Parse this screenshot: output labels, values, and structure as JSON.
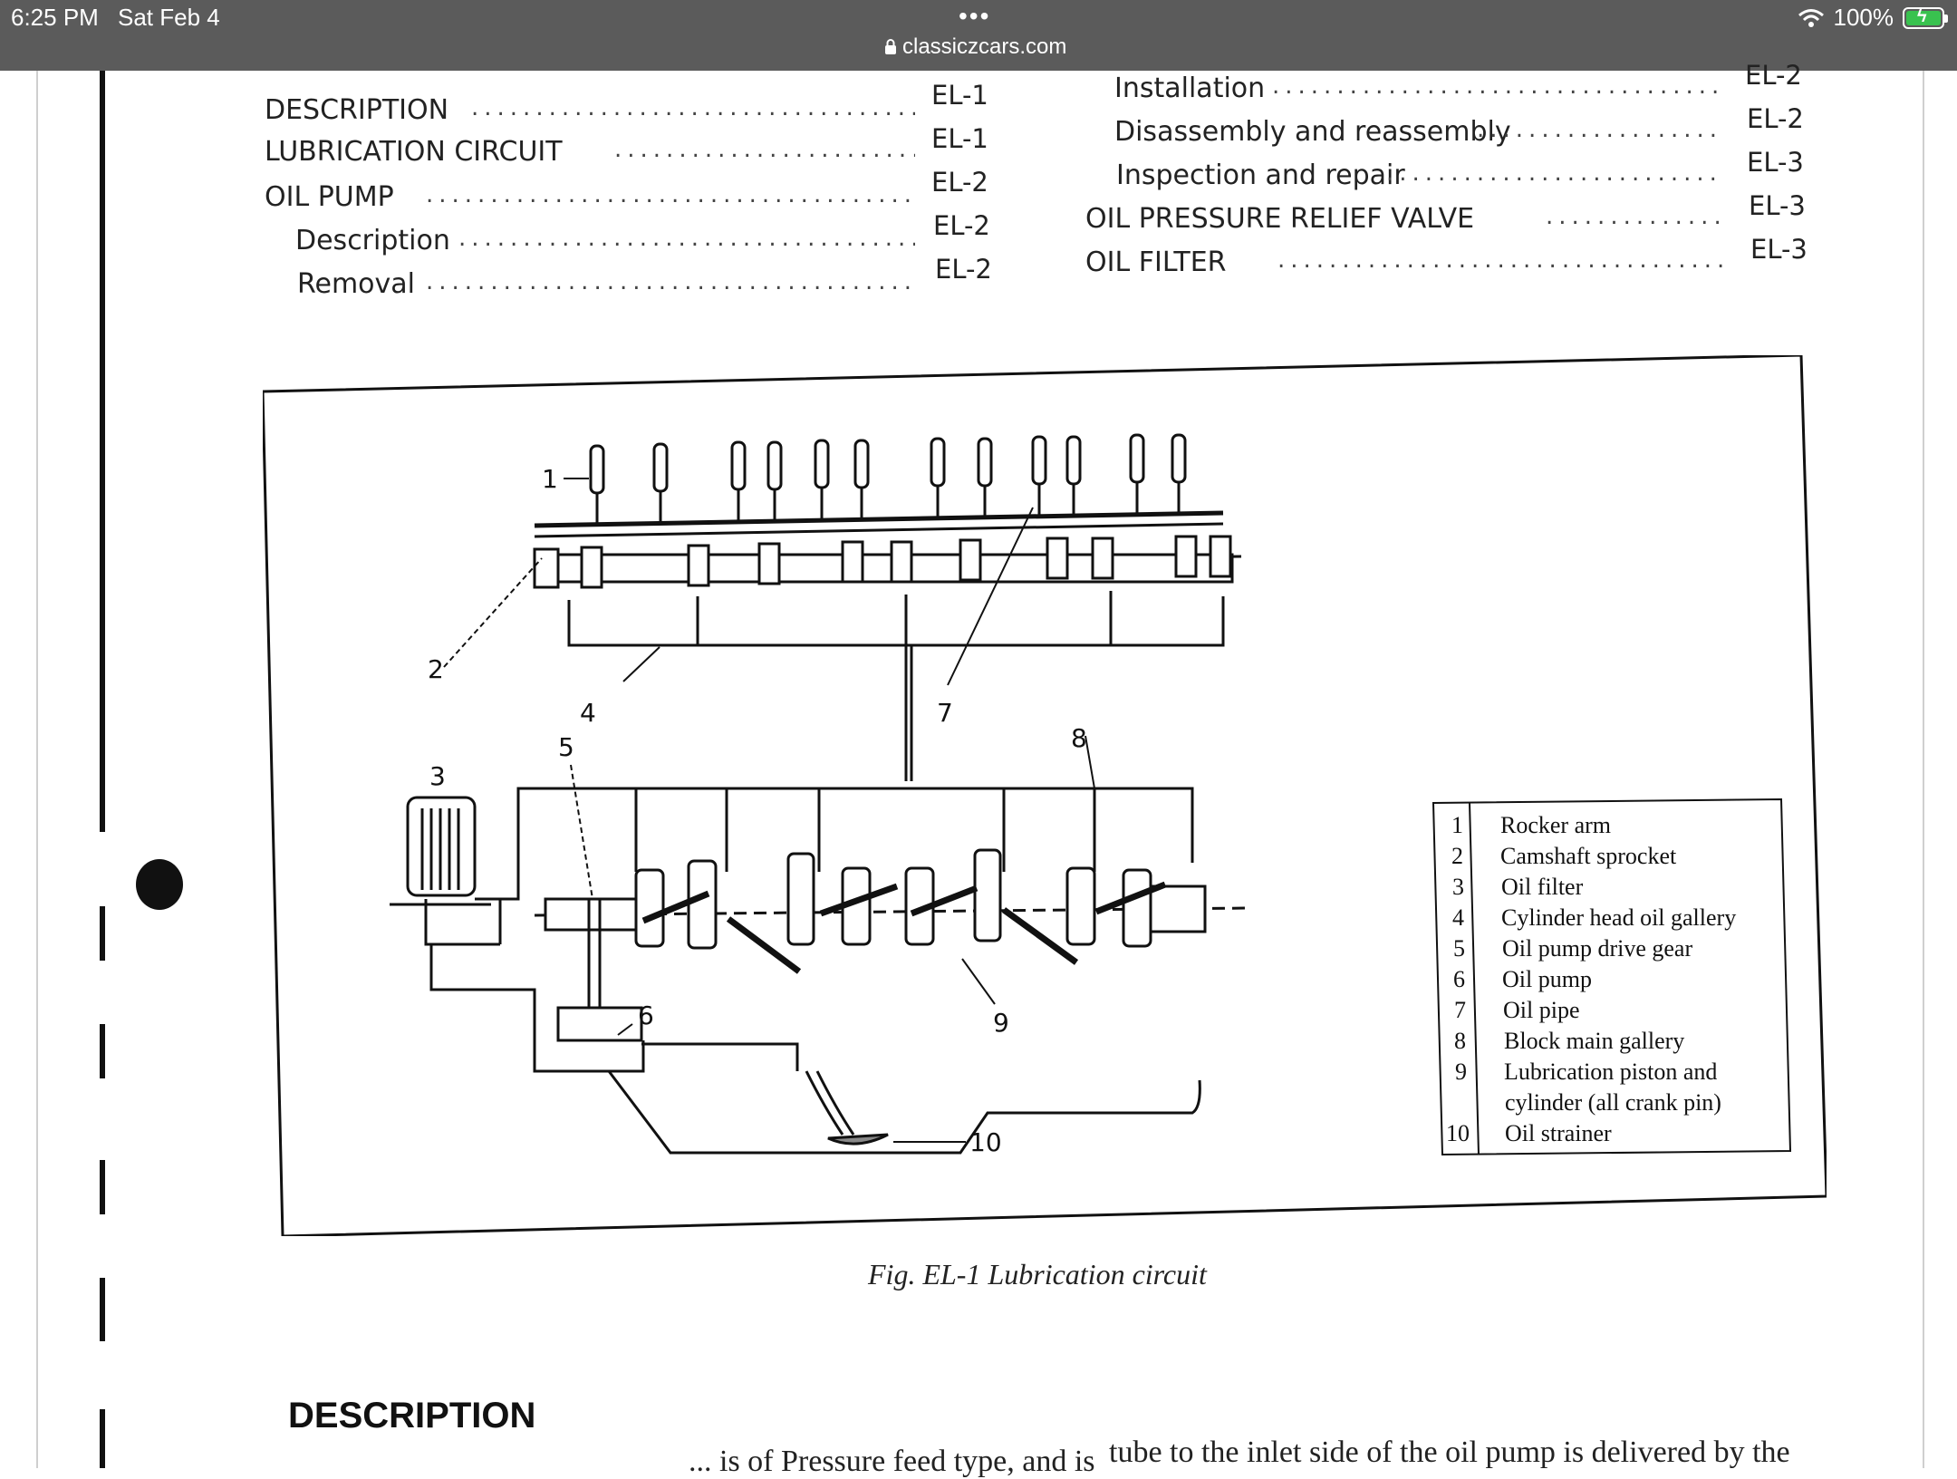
{
  "status_bar": {
    "time": "6:25 PM",
    "date": "Sat Feb 4",
    "battery": "100%",
    "battery_color": "#39c24f"
  },
  "browser": {
    "url": "classiczcars.com",
    "menu_icon": "more-dots-icon",
    "lock_icon": "lock-icon"
  },
  "toc": {
    "left": [
      {
        "label": "DESCRIPTION",
        "page": "EL-1"
      },
      {
        "label": "LUBRICATION CIRCUIT",
        "page": "EL-1"
      },
      {
        "label": "OIL PUMP",
        "page": "EL-2"
      },
      {
        "label": "Description",
        "page": "EL-2"
      },
      {
        "label": "Removal",
        "page": "EL-2"
      }
    ],
    "right": [
      {
        "label": "Installation",
        "page": "EL-2"
      },
      {
        "label": "Disassembly and reassembly",
        "page": "EL-2"
      },
      {
        "label": "Inspection and repair",
        "page": "EL-3"
      },
      {
        "label": "OIL PRESSURE RELIEF VALVE",
        "page": "EL-3"
      },
      {
        "label": "OIL FILTER",
        "page": "EL-3"
      }
    ]
  },
  "figure": {
    "caption": "Fig. EL-1  Lubrication circuit",
    "callouts": [
      "1",
      "2",
      "3",
      "4",
      "5",
      "6",
      "7",
      "8",
      "9",
      "10"
    ],
    "legend": [
      {
        "num": "1",
        "text": "Rocker arm"
      },
      {
        "num": "2",
        "text": "Camshaft sprocket"
      },
      {
        "num": "3",
        "text": "Oil filter"
      },
      {
        "num": "4",
        "text": "Cylinder head oil gallery"
      },
      {
        "num": "5",
        "text": "Oil pump drive gear"
      },
      {
        "num": "6",
        "text": "Oil pump"
      },
      {
        "num": "7",
        "text": "Oil pipe"
      },
      {
        "num": "8",
        "text": "Block main gallery"
      },
      {
        "num": "9",
        "text": "Lubrication piston and"
      },
      {
        "num": "",
        "text": "cylinder (all crank pin)"
      },
      {
        "num": "10",
        "text": "Oil strainer"
      }
    ]
  },
  "section": {
    "heading": "DESCRIPTION",
    "line_left": "... is of Pressure feed type, and is",
    "line_right": "tube to the inlet side of the oil pump is delivered by the"
  }
}
